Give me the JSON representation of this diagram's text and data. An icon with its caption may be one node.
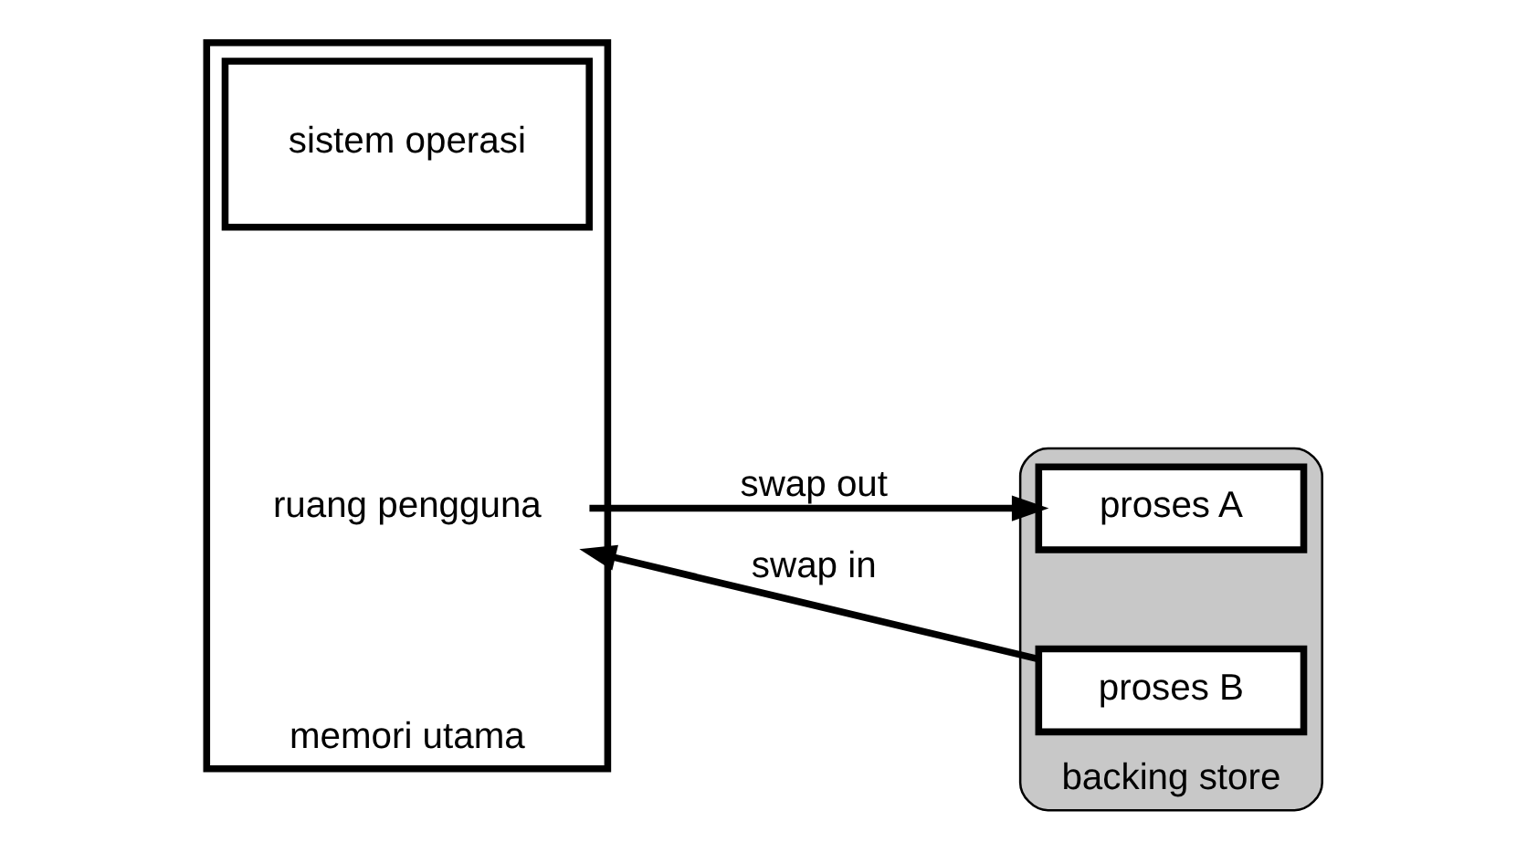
{
  "diagram": {
    "nodes": [
      {
        "text": [
          "memori utama"
        ]
      },
      {
        "text": [
          "sistem operasi"
        ],
        "in": 0
      },
      {
        "text": [
          "ruang pengguna"
        ],
        "in": 0
      },
      {
        "text": [
          "backing store"
        ]
      },
      {
        "text": [
          "proses A"
        ],
        "in": 3
      },
      {
        "text": [
          "proses B"
        ],
        "in": 3
      }
    ],
    "edges": [
      {
        "from": 2,
        "to": 4,
        "arrow": "to",
        "label": "swap out"
      },
      {
        "from": 5,
        "to": 2,
        "arrow": "to",
        "label": "swap in"
      }
    ]
  }
}
